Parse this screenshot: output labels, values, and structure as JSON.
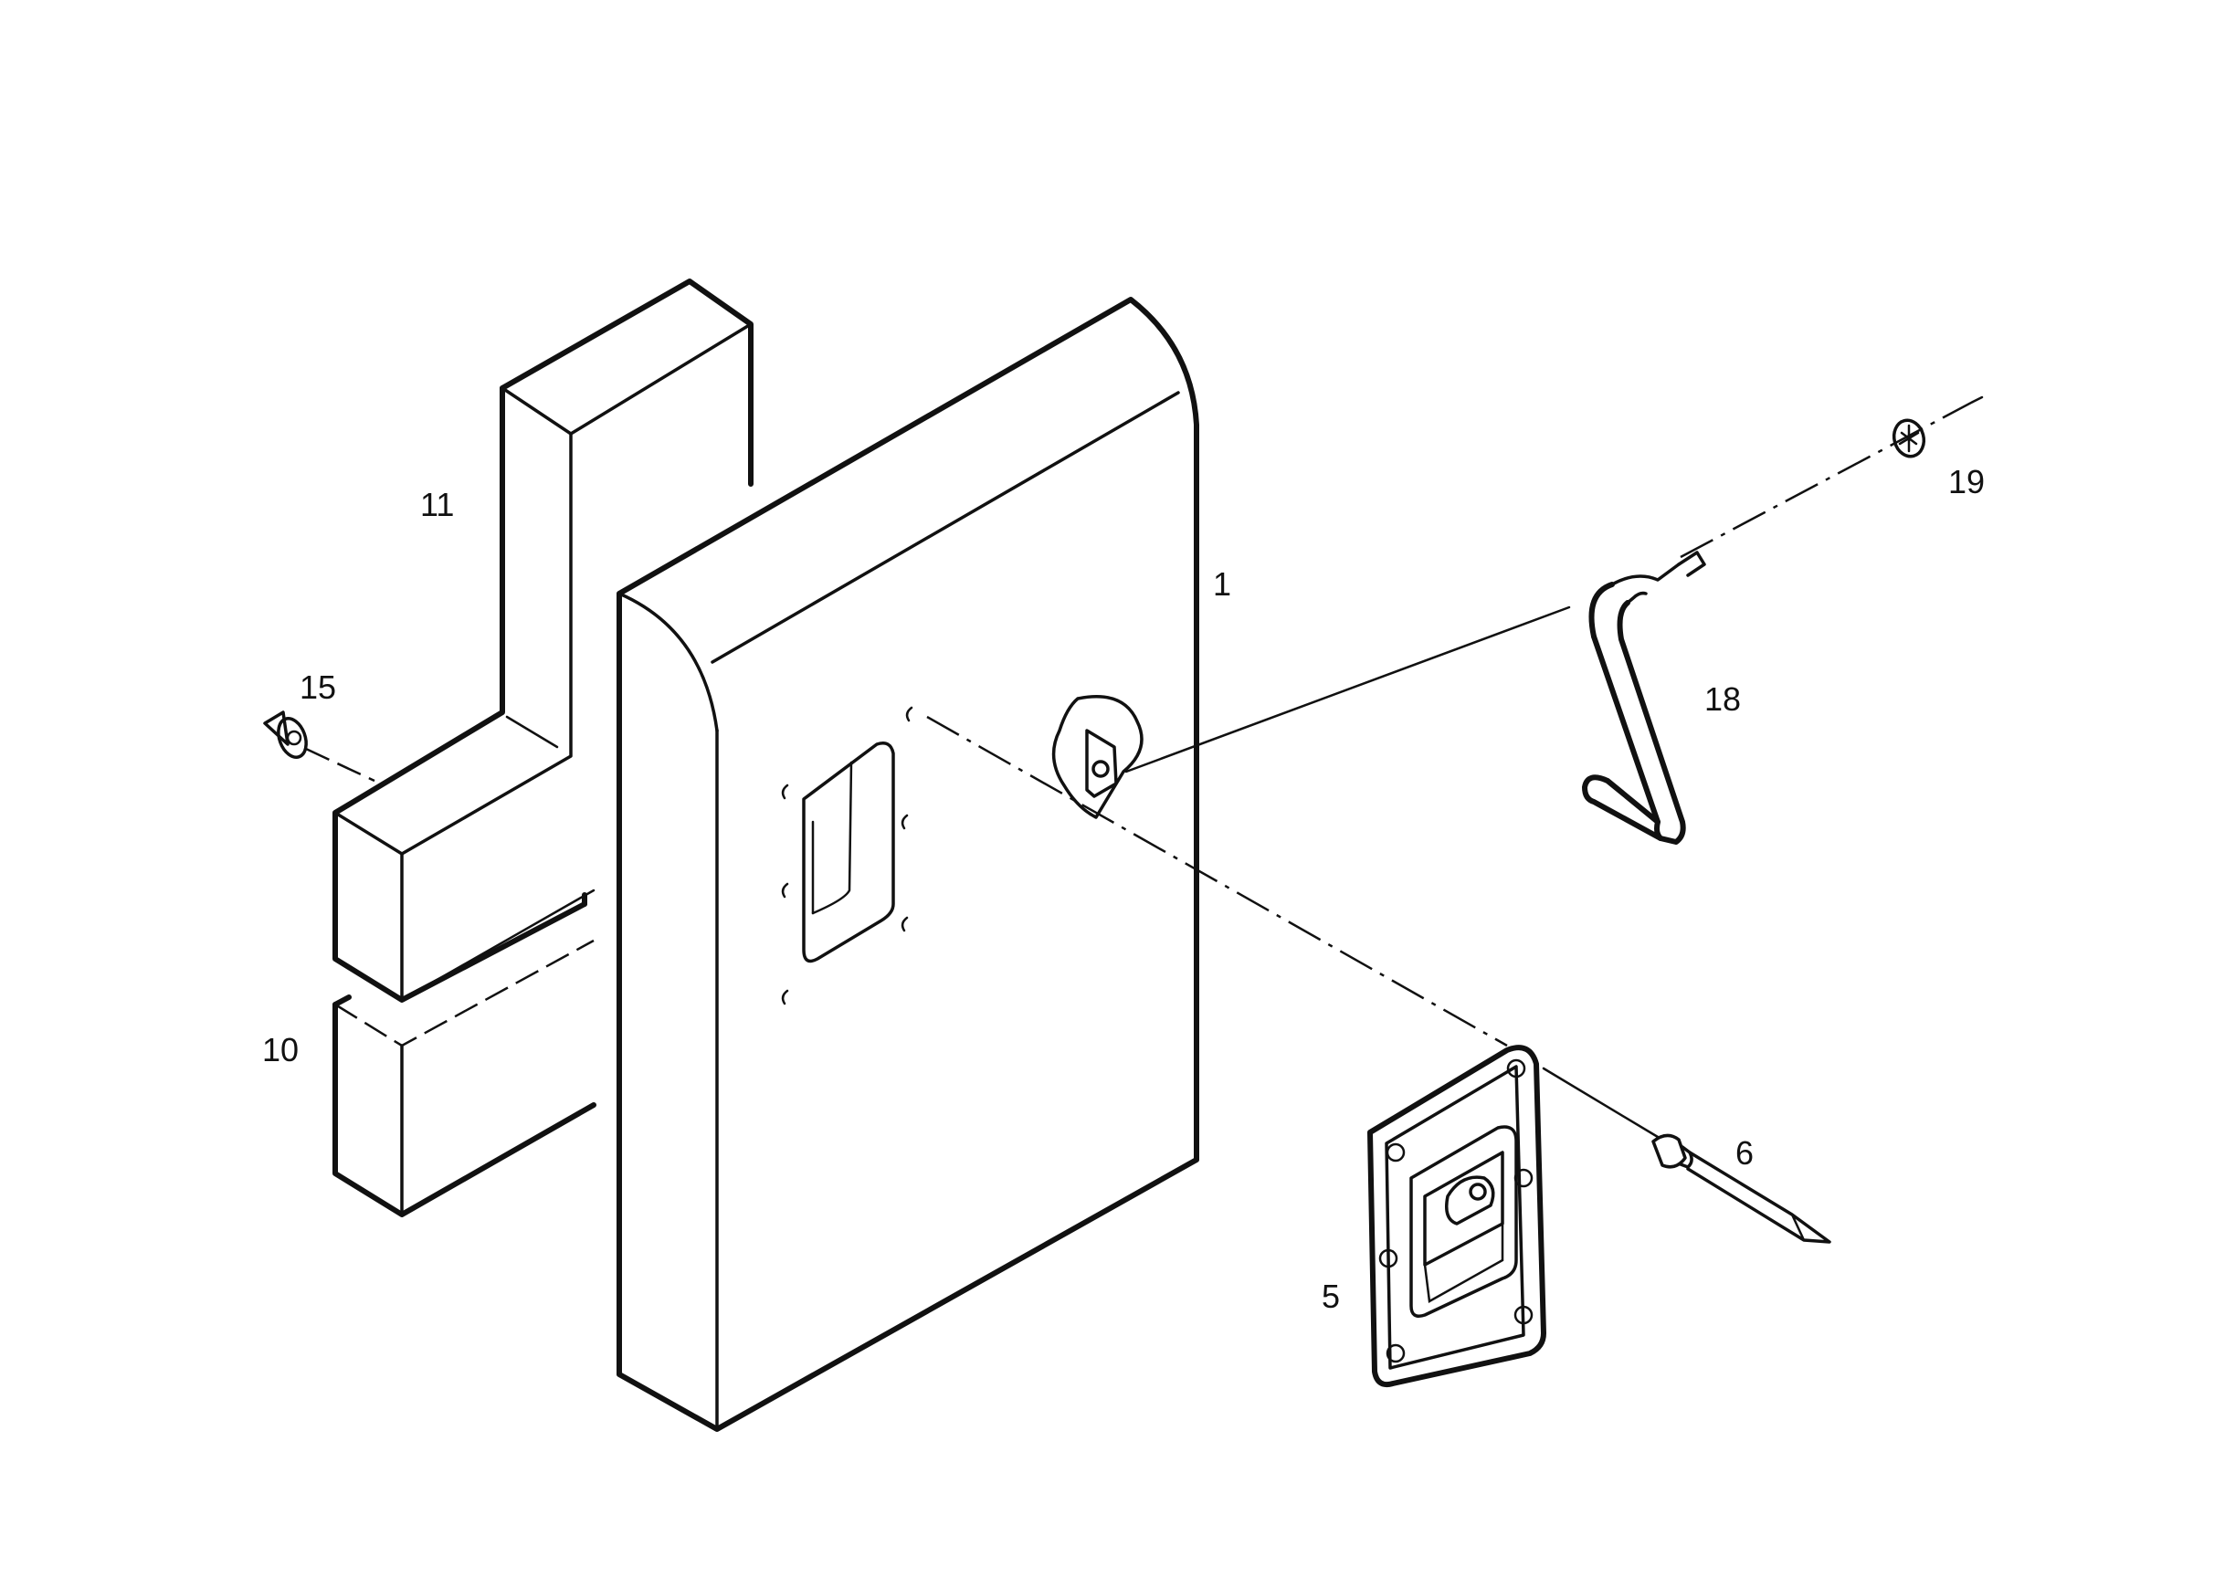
{
  "figure": {
    "type": "exploded-parts-diagram",
    "callouts": {
      "part_1": "1",
      "part_5": "5",
      "part_6": "6",
      "part_10": "10",
      "part_11": "11",
      "part_15": "15",
      "part_18": "18",
      "part_19": "19"
    }
  }
}
